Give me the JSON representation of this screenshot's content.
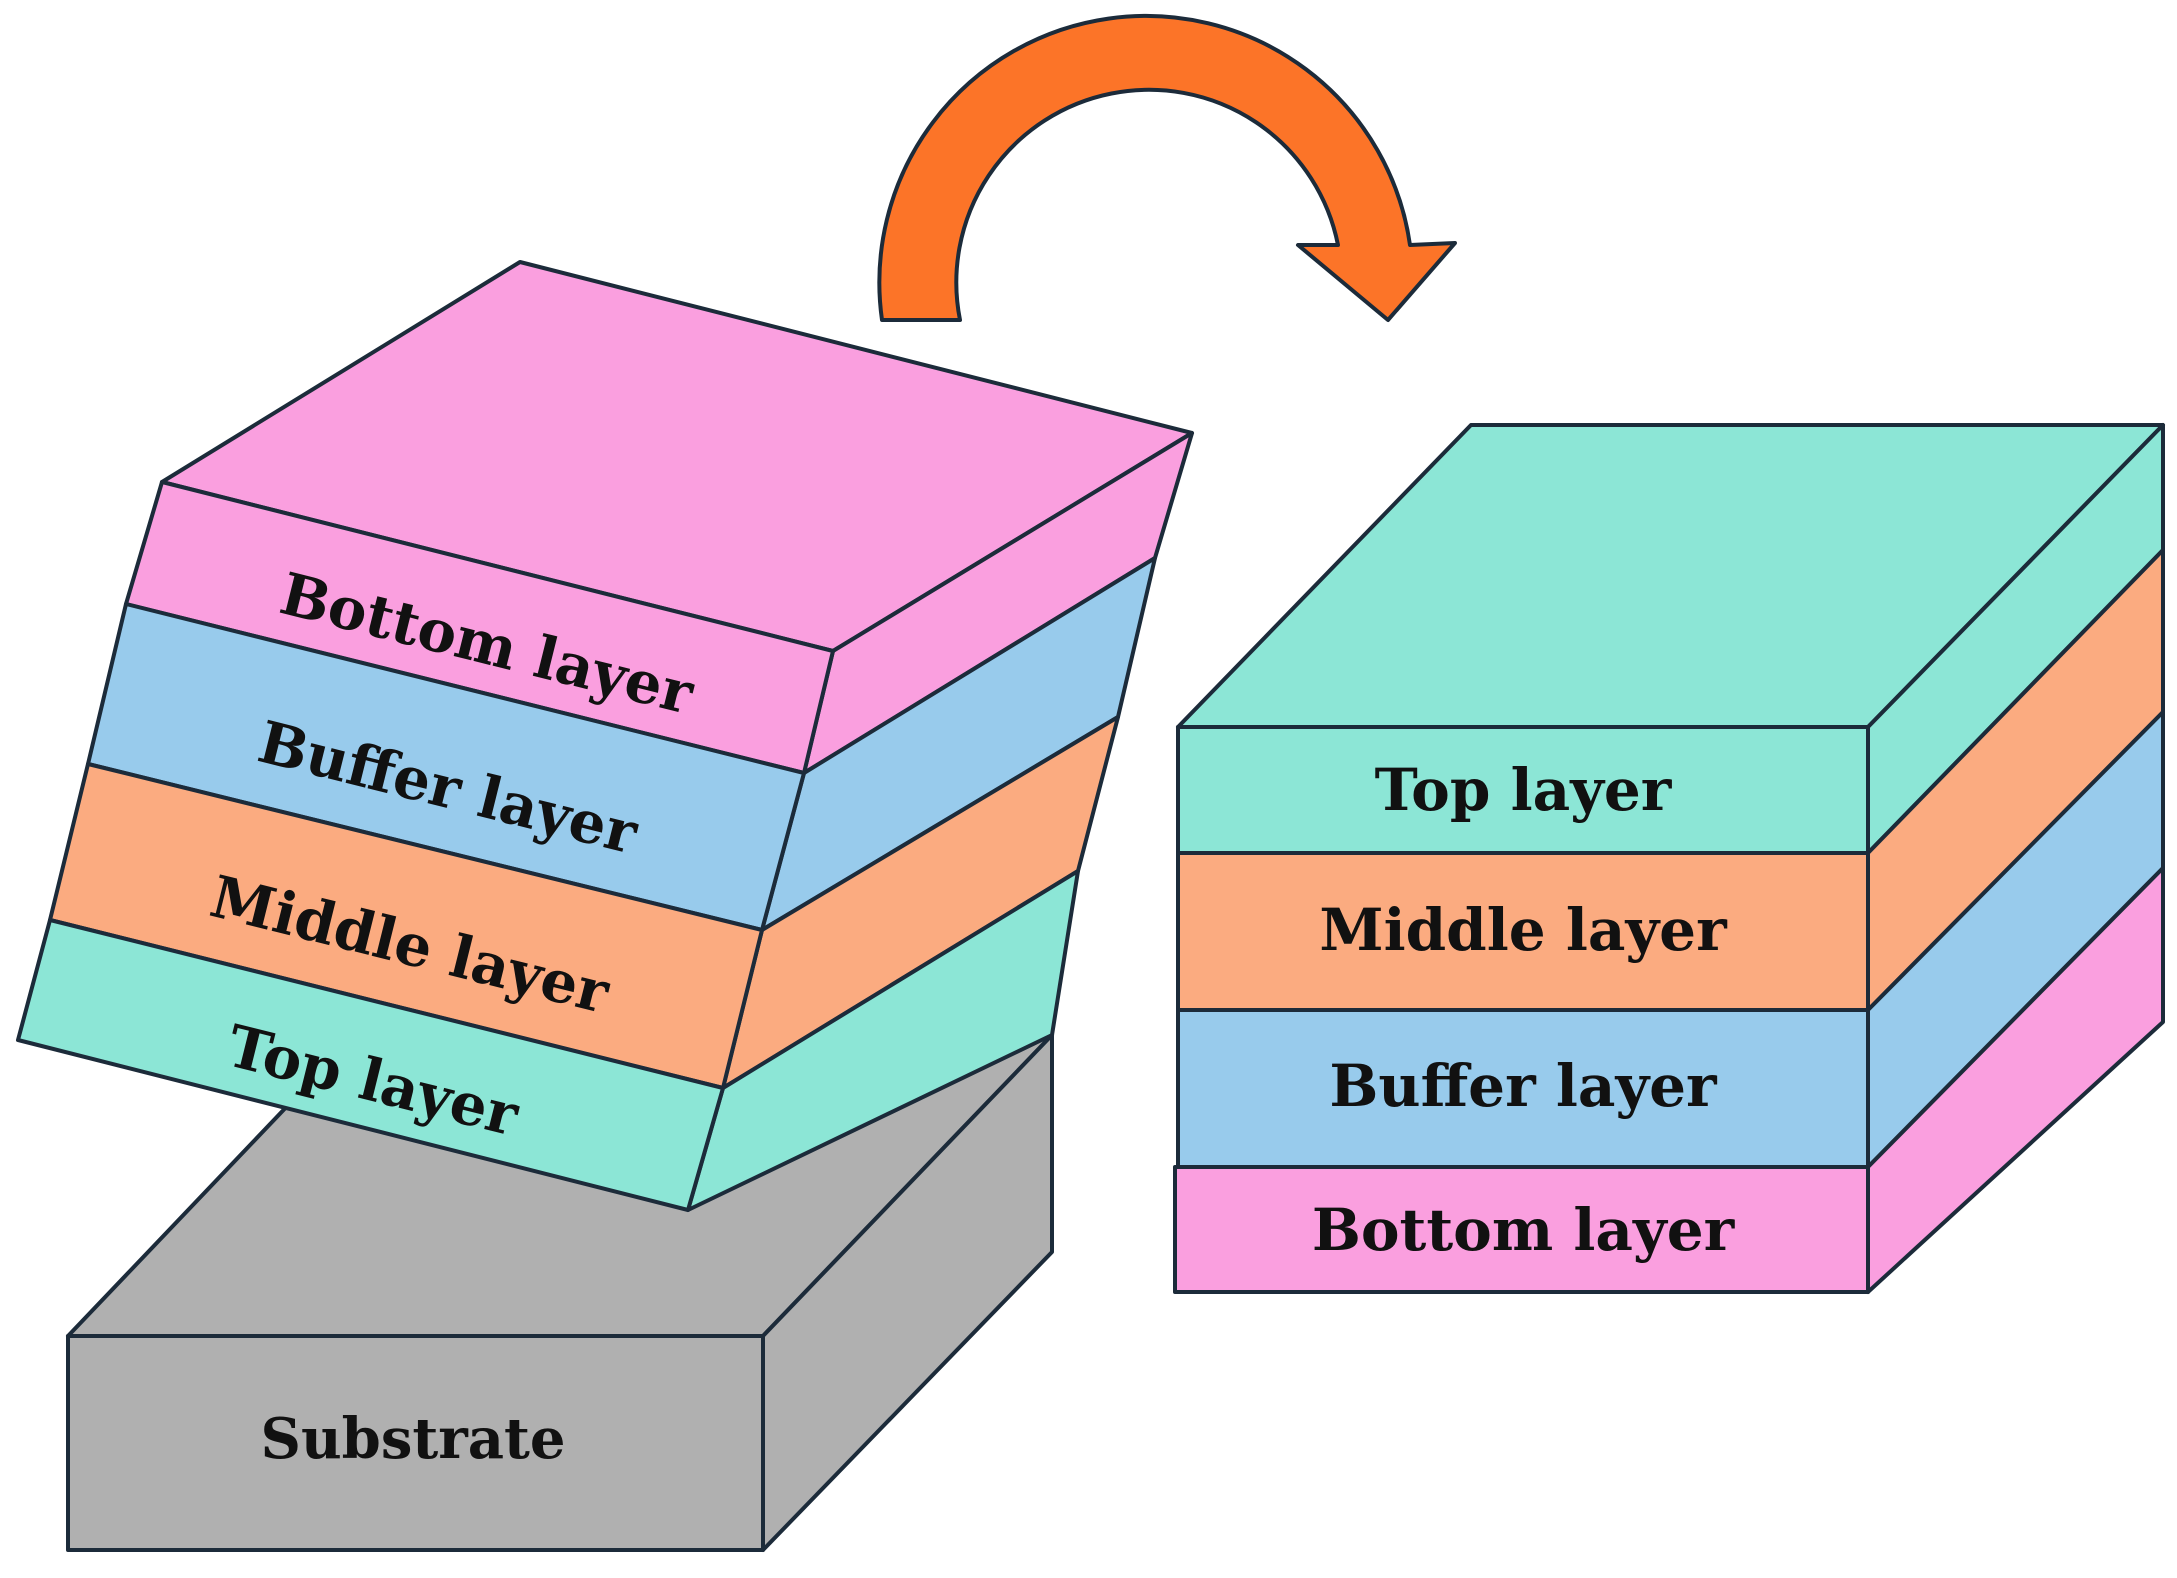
{
  "colors": {
    "top": "#8ce6d6",
    "middle": "#fbab80",
    "buffer": "#98cbec",
    "bottom": "#fa9fdf",
    "substrate": "#b0b0b0",
    "arrow": "#fc7428",
    "outline": "#1c2b3a"
  },
  "left_stack": {
    "layers": [
      {
        "label": "Bottom layer"
      },
      {
        "label": "Buffer layer"
      },
      {
        "label": "Middle layer"
      },
      {
        "label": "Top layer"
      }
    ]
  },
  "substrate": {
    "label": "Substrate"
  },
  "right_stack": {
    "layers": [
      {
        "label": "Top layer"
      },
      {
        "label": "Middle layer"
      },
      {
        "label": "Buffer layer"
      },
      {
        "label": "Bottom layer"
      }
    ]
  },
  "arrow": {
    "icon": "curved-flip-arrow-icon"
  }
}
